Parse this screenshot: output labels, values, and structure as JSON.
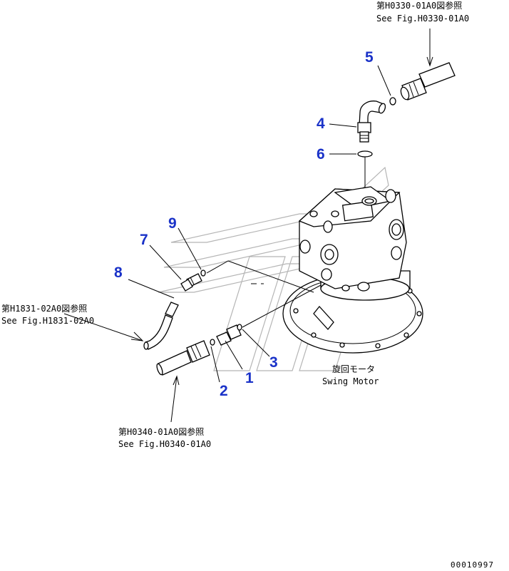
{
  "references": {
    "h0330": {
      "jp": "第H0330-01A0図参照",
      "en": "See Fig.H0330-01A0"
    },
    "h1831": {
      "jp": "第H1831-02A0図参照",
      "en": "See Fig.H1831-02A0"
    },
    "h0340": {
      "jp": "第H0340-01A0図参照",
      "en": "See Fig.H0340-01A0"
    }
  },
  "motor_label": {
    "jp": "旋回モータ",
    "en": "Swing Motor"
  },
  "callouts": {
    "n1": "1",
    "n2": "2",
    "n3": "3",
    "n4": "4",
    "n5": "5",
    "n6": "6",
    "n7": "7",
    "n8": "8",
    "n9": "9"
  },
  "drawing_number": "00010997",
  "colors": {
    "callout": "#1a32c8",
    "line": "#000000",
    "watermark": "#b5b5b5"
  }
}
